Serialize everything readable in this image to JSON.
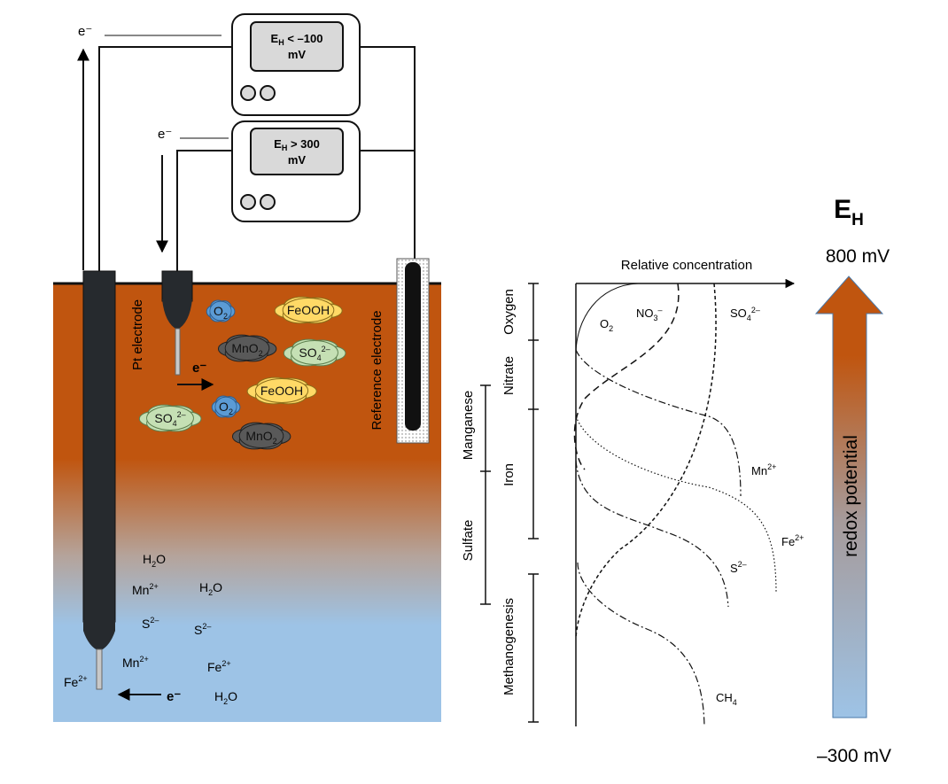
{
  "meters": [
    {
      "eh_main": "E",
      "eh_sub": "H",
      "reading_line1": " < –100",
      "reading_line2": "mV"
    },
    {
      "eh_main": "E",
      "eh_sub": "H",
      "reading_line1": " > 300",
      "reading_line2": "mV"
    }
  ],
  "electron_labels": {
    "top_left": "e⁻",
    "meter2": "e⁻",
    "pt_flow": "e⁻",
    "bottom_flow": "e⁻"
  },
  "electrodes": {
    "pt": "Pt electrode",
    "reference": "Reference electrode"
  },
  "species_clouds": [
    {
      "main": "O",
      "sub": "2",
      "sup": ""
    },
    {
      "main": "FeOOH",
      "sub": "",
      "sup": ""
    },
    {
      "main": "MnO",
      "sub": "2",
      "sup": ""
    },
    {
      "main": "SO",
      "sub": "4",
      "sup": "2–"
    },
    {
      "main": "FeOOH",
      "sub": "",
      "sup": ""
    },
    {
      "main": "O",
      "sub": "2",
      "sup": ""
    },
    {
      "main": "SO",
      "sub": "4",
      "sup": "2–"
    },
    {
      "main": "MnO",
      "sub": "2",
      "sup": ""
    }
  ],
  "reduced_species": [
    {
      "main": "H",
      "sub": "2",
      "after": "O",
      "sup": ""
    },
    {
      "main": "Mn",
      "sub": "",
      "after": "",
      "sup": "2+"
    },
    {
      "main": "H",
      "sub": "2",
      "after": "O",
      "sup": ""
    },
    {
      "main": "S",
      "sub": "",
      "after": "",
      "sup": "2–"
    },
    {
      "main": "S",
      "sub": "",
      "after": "",
      "sup": "2–"
    },
    {
      "main": "Mn",
      "sub": "",
      "after": "",
      "sup": "2+"
    },
    {
      "main": "Fe",
      "sub": "",
      "after": "",
      "sup": "2+"
    },
    {
      "main": "Fe",
      "sub": "",
      "after": "",
      "sup": "2+"
    },
    {
      "main": "H",
      "sub": "2",
      "after": "O",
      "sup": ""
    }
  ],
  "zones": {
    "oxygen": "Oxygen",
    "nitrate": "Nitrate",
    "manganese": "Manganese",
    "iron": "Iron",
    "sulfate": "Sulfate",
    "methanogenesis": "Methanogenesis"
  },
  "chart_data": {
    "type": "line",
    "xlabel": "Relative concentration",
    "series": [
      {
        "name": "O2",
        "label": "O",
        "sub": "2",
        "sup": ""
      },
      {
        "name": "NO3-",
        "label": "NO",
        "sub": "3",
        "sup": "–"
      },
      {
        "name": "SO4 2-",
        "label": "SO",
        "sub": "4",
        "sup": "2–"
      },
      {
        "name": "Mn2+",
        "label": "Mn",
        "sub": "",
        "sup": "2+"
      },
      {
        "name": "Fe2+",
        "label": "Fe",
        "sub": "",
        "sup": "2+"
      },
      {
        "name": "S2-",
        "label": "S",
        "sub": "",
        "sup": "2–"
      },
      {
        "name": "CH4",
        "label": "CH",
        "sub": "4",
        "sup": ""
      }
    ]
  },
  "eh_scale": {
    "title_main": "E",
    "title_sub": "H",
    "top": "800 mV",
    "bottom": "–300 mV",
    "arrow_label": "redox potential",
    "color_top": "#c0550f",
    "color_bottom": "#a3c4e6"
  },
  "colors": {
    "soil_oxidized": "#c0550f",
    "soil_reduced": "#9dc3e6",
    "o2_cloud": "#5b9bd5",
    "feooh_cloud": "#ffd966",
    "mno2_cloud": "#595959",
    "so4_cloud": "#c5e0b4"
  }
}
